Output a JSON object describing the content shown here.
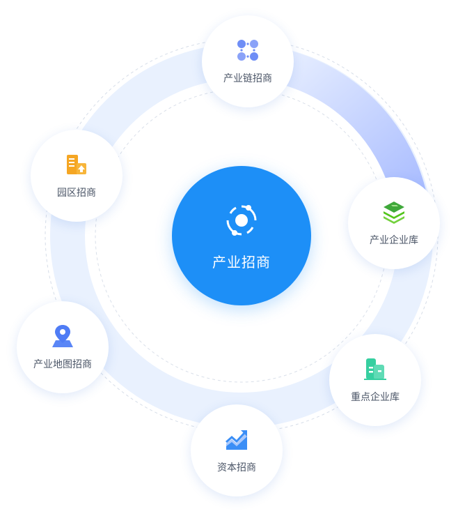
{
  "center": {
    "label": "产业招商",
    "icon": "orbit-icon",
    "color": "#1d8ff7"
  },
  "nodes": [
    {
      "id": "chain",
      "label": "产业链招商",
      "icon": "nodes-icon",
      "color": "#5b87f5"
    },
    {
      "id": "park",
      "label": "园区招商",
      "icon": "building-tree-icon",
      "color": "#f5a623"
    },
    {
      "id": "library",
      "label": "产业企业库",
      "icon": "layers-icon",
      "color": "#52c41a"
    },
    {
      "id": "map",
      "label": "产业地图招商",
      "icon": "map-pin-icon",
      "color": "#4f7cf5"
    },
    {
      "id": "key",
      "label": "重点企业库",
      "icon": "buildings-icon",
      "color": "#36cfa0"
    },
    {
      "id": "capital",
      "label": "资本招商",
      "icon": "trend-chart-icon",
      "color": "#3a8ef6"
    }
  ]
}
